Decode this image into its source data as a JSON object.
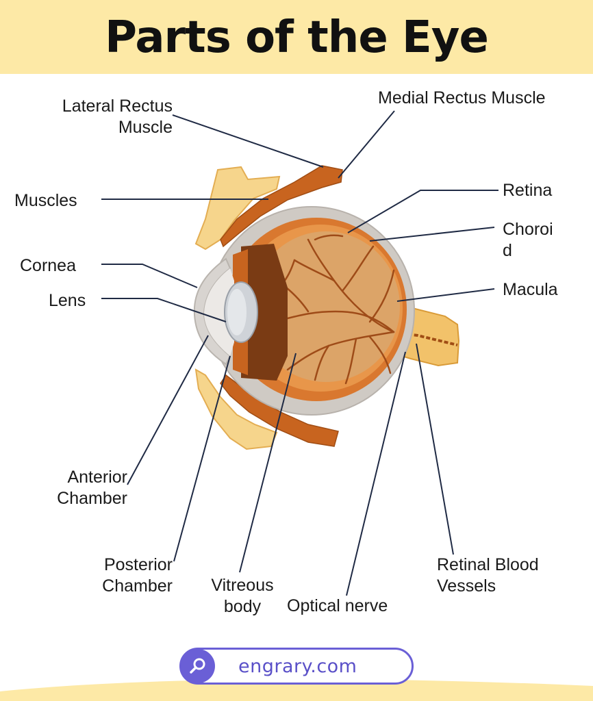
{
  "title": "Parts of the Eye",
  "labels": {
    "lateral_rectus": [
      "Lateral Rectus",
      "Muscle"
    ],
    "medial_rectus": "Medial Rectus Muscle",
    "muscles": "Muscles",
    "retina": "Retina",
    "choroid": [
      "Choroi",
      "d"
    ],
    "cornea": "Cornea",
    "lens": "Lens",
    "macula": "Macula",
    "anterior_chamber": [
      "Anterior",
      "Chamber"
    ],
    "posterior_chamber": [
      "Posterior",
      "Chamber"
    ],
    "vitreous_body": [
      "Vitreous",
      "body"
    ],
    "optical_nerve": "Optical nerve",
    "retinal_blood_vessels": [
      "Retinal Blood",
      "Vessels"
    ]
  },
  "footer": {
    "website": "engrary.com",
    "icon": "search-icon"
  },
  "colors": {
    "header_bg": "#fde9a6",
    "accent": "#6a5fd6",
    "sclera": "#cfcac4",
    "choroid": "#d9782f",
    "eyeball": "#dca468",
    "muscle": "#c8641f",
    "nerve": "#f2c26a"
  }
}
